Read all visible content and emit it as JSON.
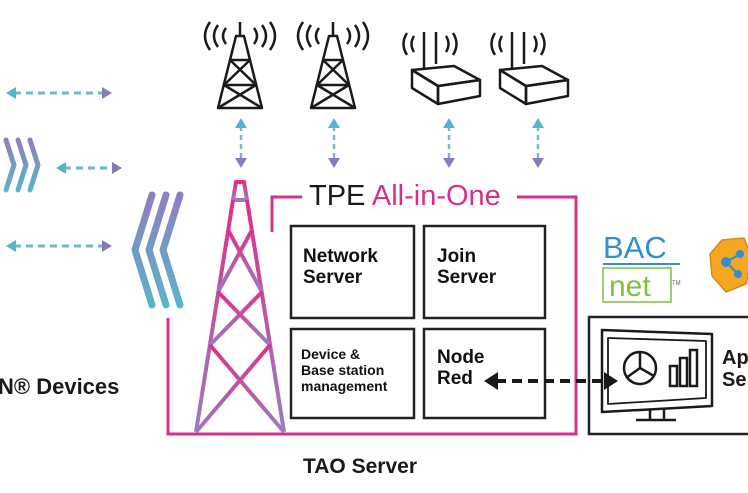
{
  "title": {
    "prefix": "TPE",
    "suffix": "All-in-One"
  },
  "modules": {
    "network_server": [
      "Network",
      "Server"
    ],
    "join_server": [
      "Join",
      "Server"
    ],
    "device_management": [
      "Device &",
      "Base station",
      "management"
    ],
    "node_red": [
      "Node",
      "Red"
    ]
  },
  "labels": {
    "devices": "N® Devices",
    "tao_server": "TAO Server",
    "app_partial": [
      "Ap",
      "Se"
    ]
  },
  "logos": {
    "bacnet_top": "BAC",
    "bacnet_bottom": "net",
    "bacnet_tm": "TM"
  },
  "icons": [
    "radio-tower-icon",
    "radio-tower-icon",
    "gateway-router-icon",
    "gateway-router-icon",
    "computer-monitor-icon",
    "pie-chart-icon",
    "bar-chart-icon",
    "node-red-logo-icon"
  ],
  "colors": {
    "magenta": "#d6308a",
    "purple": "#8a7bb8",
    "teal": "#4fb8c4",
    "bacnet_blue": "#2f8fd0",
    "bacnet_green": "#7cc142",
    "dark": "#1a1a1a"
  }
}
